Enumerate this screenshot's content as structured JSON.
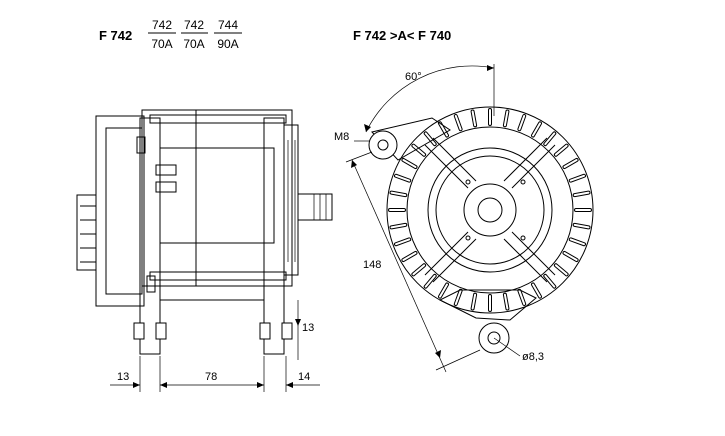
{
  "header": {
    "model": "F 742",
    "variants": [
      {
        "num": "742",
        "den": "70A"
      },
      {
        "num": "742",
        "den": "70A"
      },
      {
        "num": "744",
        "den": "90A"
      }
    ],
    "equivalence": "F 742 >A< F 740"
  },
  "side_view": {
    "dim_left": "13",
    "dim_mid": "78",
    "dim_right": "14",
    "dim_offset": "13"
  },
  "front_view": {
    "angle": "60°",
    "thread": "M8",
    "distance": "148",
    "hole": "ø8,3"
  }
}
